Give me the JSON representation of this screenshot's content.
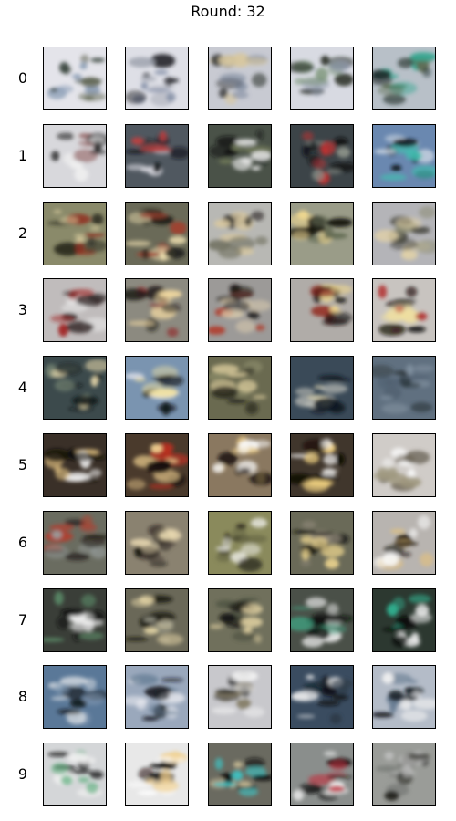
{
  "title": "Round: 32",
  "rows": [
    {
      "label": "0",
      "tiles": [
        {
          "bg": "#e4e4ea",
          "accents": [
            "#2c3a30",
            "#8ea0b8",
            "#555b45"
          ]
        },
        {
          "bg": "#dedfe6",
          "accents": [
            "#1e2024",
            "#7a86a0",
            "#a0a4b0"
          ]
        },
        {
          "bg": "#c8cad2",
          "accents": [
            "#2a2c2a",
            "#d8c8a0",
            "#6a7890"
          ]
        },
        {
          "bg": "#d8dae2",
          "accents": [
            "#232820",
            "#6e8a6a",
            "#8c96aa"
          ]
        },
        {
          "bg": "#b8c0c8",
          "accents": [
            "#1a2a28",
            "#30a890",
            "#5a6a50"
          ]
        }
      ]
    },
    {
      "label": "1",
      "tiles": [
        {
          "bg": "#d8d8dc",
          "accents": [
            "#202020",
            "#f0f0f0",
            "#906060"
          ]
        },
        {
          "bg": "#505860",
          "accents": [
            "#101418",
            "#c04040",
            "#d0d0d8"
          ]
        },
        {
          "bg": "#4a5248",
          "accents": [
            "#0e1210",
            "#f0f0f0",
            "#707858"
          ]
        },
        {
          "bg": "#3c4448",
          "accents": [
            "#0c1014",
            "#c03030",
            "#8a9088"
          ]
        },
        {
          "bg": "#6a88b0",
          "accents": [
            "#101820",
            "#40c0b0",
            "#d8e0e8"
          ]
        }
      ]
    },
    {
      "label": "2",
      "tiles": [
        {
          "bg": "#8a8a6a",
          "accents": [
            "#2a2a20",
            "#e8d8a8",
            "#903020"
          ]
        },
        {
          "bg": "#6a6a58",
          "accents": [
            "#1c1c14",
            "#f0e0b0",
            "#a04030"
          ]
        },
        {
          "bg": "#b8b8b4",
          "accents": [
            "#2a2824",
            "#d8c8a0",
            "#707060"
          ]
        },
        {
          "bg": "#9a9c88",
          "accents": [
            "#141410",
            "#f0d890",
            "#606850"
          ]
        },
        {
          "bg": "#b4b4b8",
          "accents": [
            "#303028",
            "#e0d0a8",
            "#8a8a70"
          ]
        }
      ]
    },
    {
      "label": "3",
      "tiles": [
        {
          "bg": "#c0bcbc",
          "accents": [
            "#281c1c",
            "#a02020",
            "#e8e8e8"
          ]
        },
        {
          "bg": "#8c8a80",
          "accents": [
            "#201c18",
            "#f0d8a0",
            "#903030"
          ]
        },
        {
          "bg": "#9c9a98",
          "accents": [
            "#1c1a18",
            "#e0d0b0",
            "#b04030"
          ]
        },
        {
          "bg": "#b0aca8",
          "accents": [
            "#181410",
            "#f0d890",
            "#902820"
          ]
        },
        {
          "bg": "#c8c4c0",
          "accents": [
            "#0c0a08",
            "#f0e0a0",
            "#b02020"
          ]
        }
      ]
    },
    {
      "label": "4",
      "tiles": [
        {
          "bg": "#3c4a4c",
          "accents": [
            "#101818",
            "#f0e0b0",
            "#708070"
          ]
        },
        {
          "bg": "#7a94b0",
          "accents": [
            "#101418",
            "#f0e0a0",
            "#e8e8f0"
          ]
        },
        {
          "bg": "#6a6a50",
          "accents": [
            "#1a1a14",
            "#e0d0a0",
            "#8a8a68"
          ]
        },
        {
          "bg": "#3a4a58",
          "accents": [
            "#101820",
            "#c8c8c0",
            "#d8d0b0"
          ]
        },
        {
          "bg": "#607080",
          "accents": [
            "#2a3438",
            "#8a9aa8",
            "#506070"
          ]
        }
      ]
    },
    {
      "label": "5",
      "tiles": [
        {
          "bg": "#3a3028",
          "accents": [
            "#100c08",
            "#f0f0f0",
            "#e0c080"
          ]
        },
        {
          "bg": "#4a3a2c",
          "accents": [
            "#140c08",
            "#f0d090",
            "#c03020"
          ]
        },
        {
          "bg": "#8a7860",
          "accents": [
            "#18100c",
            "#f8f8f8",
            "#e8c880"
          ]
        },
        {
          "bg": "#40362c",
          "accents": [
            "#0c0804",
            "#ffffff",
            "#f0d080"
          ]
        },
        {
          "bg": "#d0ccc8",
          "accents": [
            "#605848",
            "#f8f8f8",
            "#a09880"
          ]
        }
      ]
    },
    {
      "label": "6",
      "tiles": [
        {
          "bg": "#6a6c60",
          "accents": [
            "#201c18",
            "#b04030",
            "#9aa0a0"
          ]
        },
        {
          "bg": "#8a8270",
          "accents": [
            "#1a1610",
            "#e8d8b0",
            "#504840"
          ]
        },
        {
          "bg": "#8a8a5c",
          "accents": [
            "#242018",
            "#e8e8e0",
            "#6a6a48"
          ]
        },
        {
          "bg": "#6a6a58",
          "accents": [
            "#141410",
            "#f0d890",
            "#908878"
          ]
        },
        {
          "bg": "#b8b4b0",
          "accents": [
            "#201810",
            "#f8f8f8",
            "#e0c080"
          ]
        }
      ]
    },
    {
      "label": "7",
      "tiles": [
        {
          "bg": "#3a3e38",
          "accents": [
            "#0c0e0c",
            "#f0f0f0",
            "#609870"
          ]
        },
        {
          "bg": "#6a6858",
          "accents": [
            "#181610",
            "#e8d8a8",
            "#a0a090"
          ]
        },
        {
          "bg": "#70705c",
          "accents": [
            "#161410",
            "#e0d0a0",
            "#404838"
          ]
        },
        {
          "bg": "#4a5048",
          "accents": [
            "#0e100c",
            "#f0f0f0",
            "#40a080"
          ]
        },
        {
          "bg": "#2c3830",
          "accents": [
            "#080a08",
            "#f0f0f0",
            "#30b090"
          ]
        }
      ]
    },
    {
      "label": "8",
      "tiles": [
        {
          "bg": "#5a7898",
          "accents": [
            "#101418",
            "#f0f0f0",
            "#8aa0b8"
          ]
        },
        {
          "bg": "#9aa8bc",
          "accents": [
            "#14181c",
            "#f0f0f4",
            "#607890"
          ]
        },
        {
          "bg": "#c8c8cc",
          "accents": [
            "#1c1c1c",
            "#f4f4f4",
            "#807860"
          ]
        },
        {
          "bg": "#3a4c60",
          "accents": [
            "#0a0e14",
            "#f0f0f0",
            "#2c3844"
          ]
        },
        {
          "bg": "#b4bcc8",
          "accents": [
            "#14181c",
            "#f0f0f0",
            "#5a7088"
          ]
        }
      ]
    },
    {
      "label": "9",
      "tiles": [
        {
          "bg": "#d4d6d8",
          "accents": [
            "#141410",
            "#60b080",
            "#f0f0f0"
          ]
        },
        {
          "bg": "#e8e8e8",
          "accents": [
            "#100c08",
            "#f0d090",
            "#ffffff"
          ]
        },
        {
          "bg": "#6a6a60",
          "accents": [
            "#0c0c0a",
            "#40c0c0",
            "#e8d8a8"
          ]
        },
        {
          "bg": "#8a8e8c",
          "accents": [
            "#0e0e0c",
            "#f0f0f0",
            "#c03040"
          ]
        },
        {
          "bg": "#9a9c98",
          "accents": [
            "#242420",
            "#c8c8c8",
            "#6a6c68"
          ]
        }
      ]
    }
  ]
}
